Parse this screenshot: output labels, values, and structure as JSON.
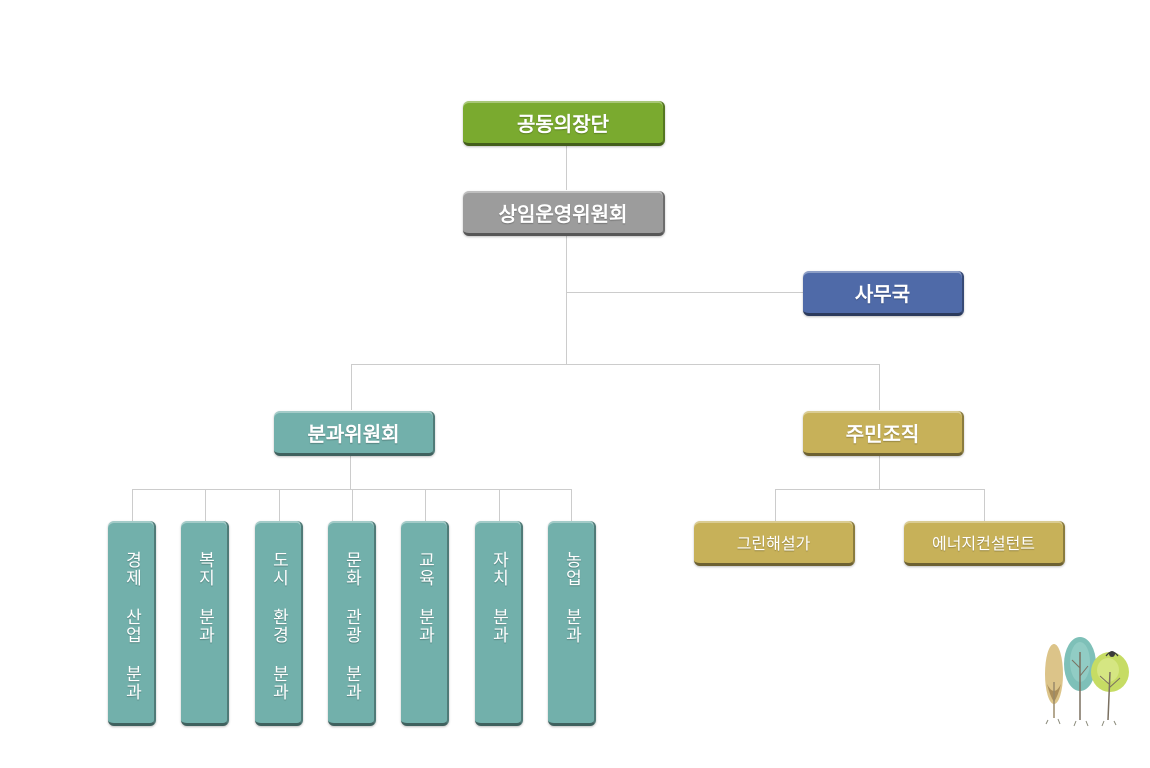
{
  "colors": {
    "green": "#7aaa2f",
    "gray": "#9c9c9c",
    "blue": "#4f6aa8",
    "teal": "#72b0ab",
    "gold": "#c7b159",
    "line": "#cccccc"
  },
  "nodes": {
    "co_chairs": "공동의장단",
    "steering_committee": "상임운영위원회",
    "secretariat": "사무국",
    "subcommittee": "분과위원회",
    "resident_org": "주민조직"
  },
  "subcommittees": [
    "경제 산업 분과",
    "복지 분과",
    "도시 환경 분과",
    "문화 관광 분과",
    "교육 분과",
    "자치 분과",
    "농업 분과"
  ],
  "resident_groups": [
    "그린해설가",
    "에너지컨설턴트"
  ],
  "decoration_icon": "trees-illustration-icon"
}
